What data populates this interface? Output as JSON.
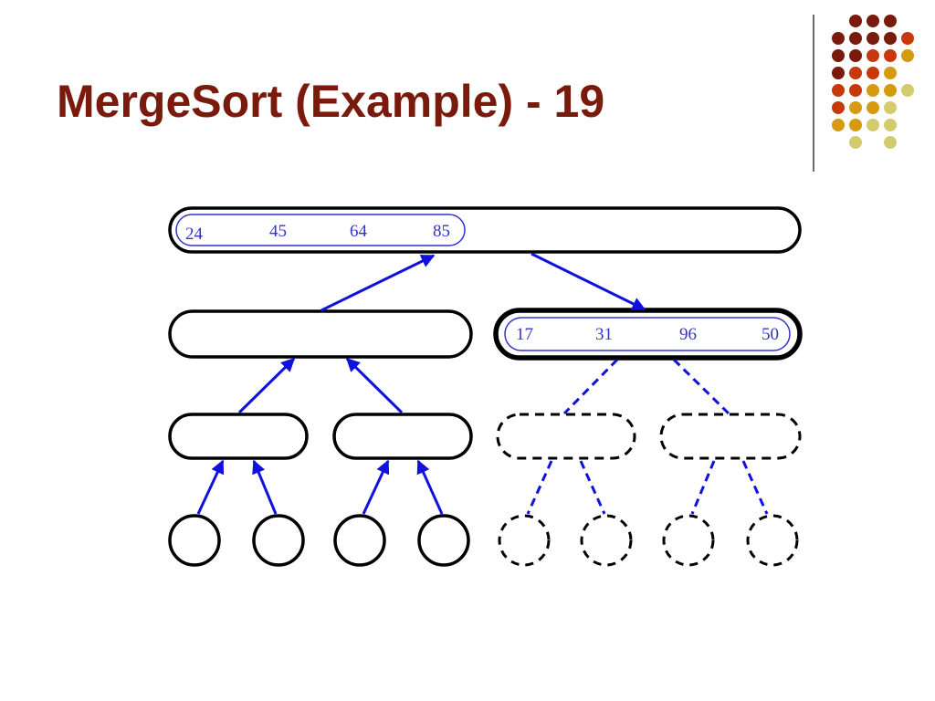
{
  "slide": {
    "title": "MergeSort (Example) - 19"
  },
  "palette": {
    "title_color": "#7a1a0c",
    "arrow_color": "#1111dd",
    "number_color": "#3333cc",
    "dot_colors": [
      "#7a1a0c",
      "#c8380d",
      "#d49a10",
      "#d2cc6e"
    ]
  },
  "diagram": {
    "root": {
      "values": [
        "24",
        "45",
        "64",
        "85"
      ]
    },
    "right_child": {
      "values": [
        "17",
        "31",
        "96",
        "50"
      ]
    }
  }
}
